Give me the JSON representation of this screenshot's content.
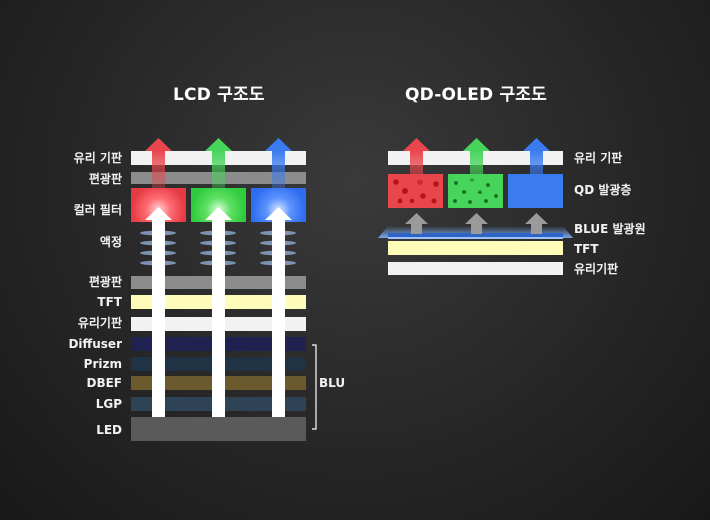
{
  "lcd": {
    "title": "LCD 구조도",
    "labels": {
      "glass_top": "유리 기판",
      "polarizer_top": "편광판",
      "color_filter": "컬러 필터",
      "liquid_crystal": "액정",
      "polarizer_bottom": "편광판",
      "tft": "TFT",
      "glass_bottom": "유리기판",
      "diffuser": "Diffuser",
      "prizm": "Prizm",
      "dbef": "DBEF",
      "lgp": "LGP",
      "led": "LED",
      "blu": "BLU"
    }
  },
  "qdoled": {
    "title": "QD-OLED 구조도",
    "labels": {
      "glass_top": "유리 기판",
      "qd_layer": "QD 발광층",
      "blue_source": "BLUE 발광원",
      "tft": "TFT",
      "glass_bottom": "유리기판"
    }
  },
  "colors": {
    "red": "#e8454c",
    "green": "#46d45a",
    "blue": "#3a7bf0",
    "glass": "#f2f2f2",
    "polarizer": "#8c8c8c",
    "tft": "#fffbb8",
    "diffuser": "#1f2150",
    "prizm": "#1f3345",
    "dbef": "#6b5a2e",
    "lgp": "#2e4456",
    "led": "#5a5a5a"
  }
}
